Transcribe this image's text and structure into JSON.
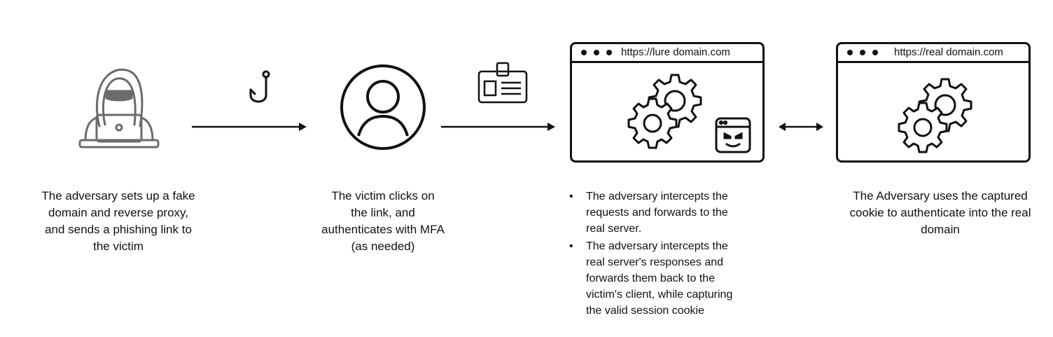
{
  "steps": [
    {
      "caption": [
        "The adversary sets up a fake",
        "domain and reverse proxy,",
        "and sends a phishing link to",
        "the victim"
      ],
      "icon": "hacker-icon"
    },
    {
      "caption": [
        "The victim clicks on",
        "the link, and",
        "authenticates with MFA",
        "(as needed)"
      ],
      "icon": "user-icon"
    },
    {
      "url": "https://lure domain.com",
      "icon": "gears-icon",
      "bullets": [
        [
          "The adversary intercepts the",
          "requests and forwards to the",
          "real server."
        ],
        [
          "The adversary intercepts the",
          "real server's responses and",
          "forwards them back to the",
          "victim's client, while capturing",
          "the valid session cookie"
        ]
      ]
    },
    {
      "url": "https://real domain.com",
      "icon": "gears-icon",
      "caption": [
        "The Adversary uses the captured",
        "cookie to authenticate into the real",
        "domain"
      ]
    }
  ],
  "connectors": [
    {
      "from": "hacker",
      "to": "victim",
      "style": "arrow",
      "icon": "fishhook-icon"
    },
    {
      "from": "victim",
      "to": "lure-site",
      "style": "arrow",
      "icon": "id-badge-icon"
    },
    {
      "from": "lure-site",
      "to": "real-site",
      "style": "double-arrow"
    }
  ]
}
